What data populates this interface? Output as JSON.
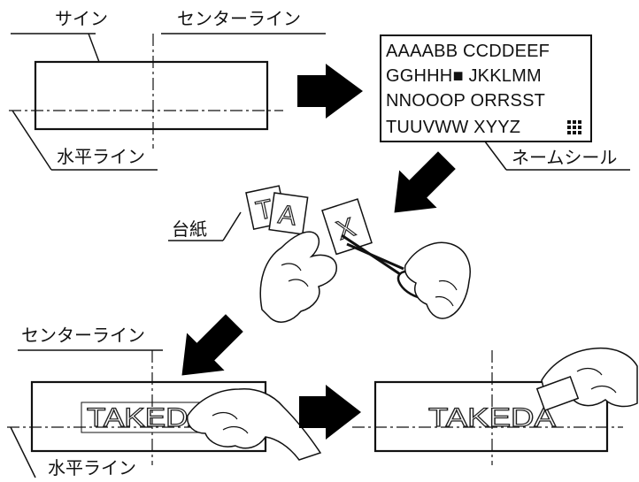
{
  "labels": {
    "sign": "サイン",
    "center_line_top": "センターライン",
    "horizontal_line_top": "水平ライン",
    "name_seal": "ネームシール",
    "backing_paper": "台紙",
    "center_line_bottom": "センターライン",
    "horizontal_line_bottom": "水平ライン"
  },
  "seal_sheet": {
    "rows": [
      "AAAABB CCDDEEF",
      "GGHHH■ JKKLMM",
      "NNOOOP ORRSST",
      "TUUVWW XYYZ"
    ]
  },
  "backing_letters": {
    "t": "T",
    "a": "A",
    "x": "X"
  },
  "sign_text": {
    "applying": "TAKEDA",
    "finished": "TAKEDA"
  },
  "colors": {
    "ink": "#111111",
    "arrow": "#000000",
    "paper": "#ffffff"
  }
}
